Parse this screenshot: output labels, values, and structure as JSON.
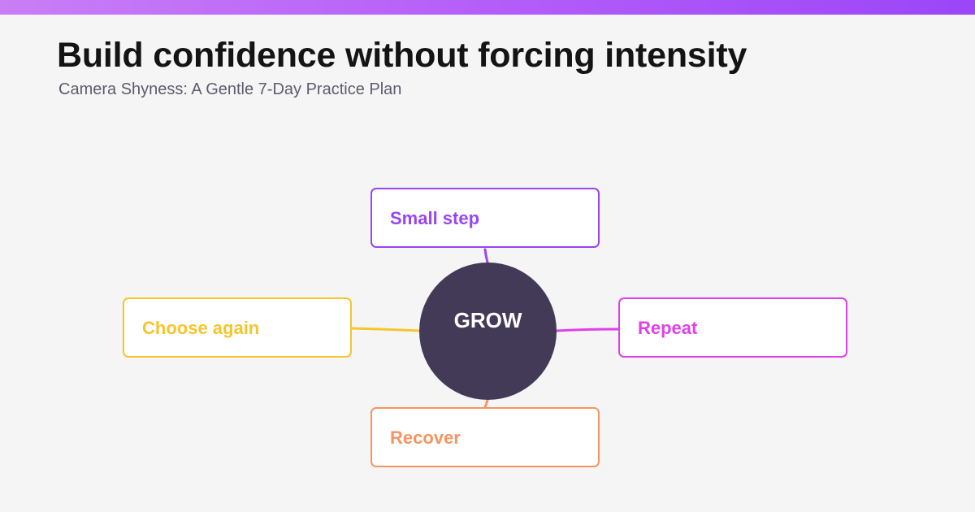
{
  "header": {
    "title": "Build confidence without forcing intensity",
    "subtitle": "Camera Shyness: A Gentle 7-Day Practice Plan"
  },
  "diagram": {
    "center": {
      "label": "GROW",
      "color": "#433a57"
    },
    "nodes": [
      {
        "label": "Small step",
        "position": "top",
        "color": "#9945f3"
      },
      {
        "label": "Repeat",
        "position": "right",
        "color": "#e040ea"
      },
      {
        "label": "Recover",
        "position": "bottom",
        "color": "#f59563"
      },
      {
        "label": "Choose again",
        "position": "left",
        "color": "#f6c52c"
      }
    ]
  },
  "colors": {
    "background": "#f5f5f5",
    "accent_bar": "#b45ef9",
    "title": "#141414",
    "subtitle": "#5c5c6e"
  }
}
